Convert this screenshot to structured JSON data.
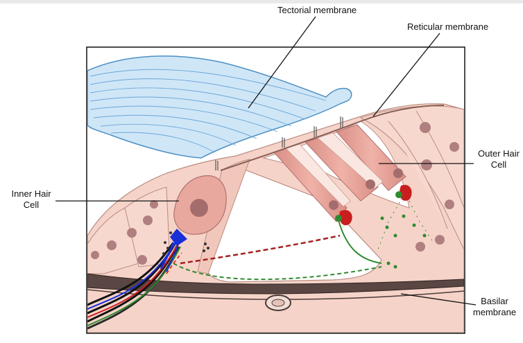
{
  "labels": {
    "tectorial": "Tectorial membrane",
    "reticular": "Reticular membrane",
    "outer_hair_1": "Outer Hair",
    "outer_hair_2": "Cell",
    "inner_hair_1": "Inner Hair",
    "inner_hair_2": "Cell",
    "basilar_1": "Basilar",
    "basilar_2": "membrane"
  },
  "colors": {
    "tectorial_fill": "#cfe6f7",
    "tectorial_stroke": "#4d8fc4",
    "tissue_pink": "#f6d3c8",
    "tissue_stroke": "#b98c80",
    "hair_cell_body": "#e7a59b",
    "nucleus": "#b07f7f",
    "afferent_blue": "#1a2fd6",
    "efferent_red": "#c81e1e",
    "fiber_green": "#2f8a2f",
    "basilar_dark": "#4a3b38"
  }
}
